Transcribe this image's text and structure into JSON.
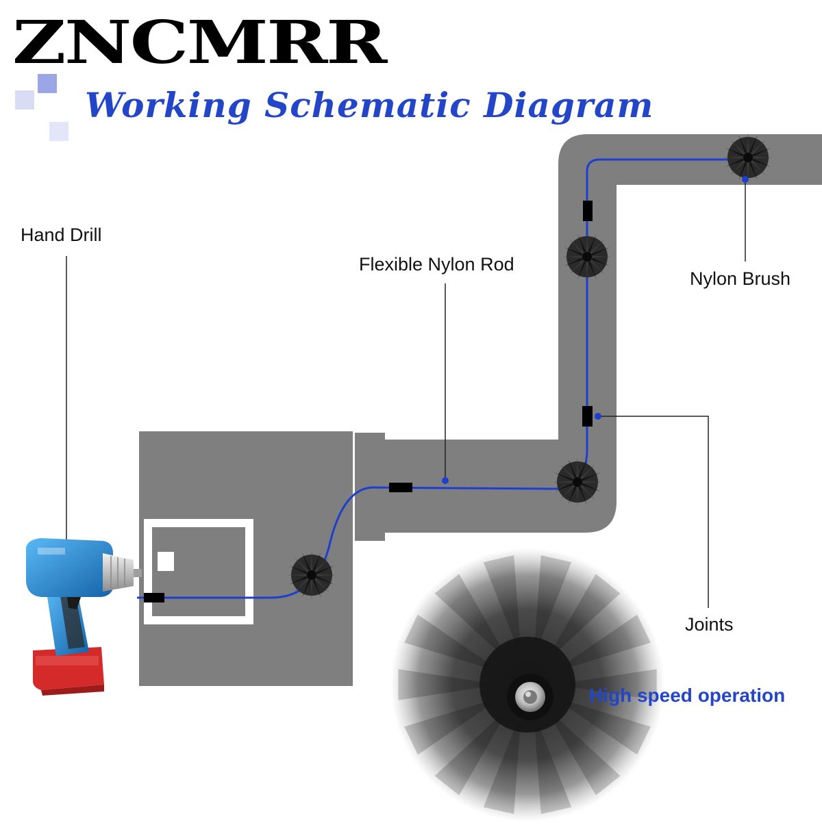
{
  "brand": {
    "logo_text": "ZNCMRR"
  },
  "title": "Working Schematic Diagram",
  "labels": {
    "hand_drill": "Hand Drill",
    "rod": "Flexible Nylon Rod",
    "brush": "Nylon Brush",
    "joints": "Joints",
    "high_speed": "High speed operation"
  },
  "colors": {
    "title": "#2346c8",
    "duct": "#7f7f7f",
    "rod": "#1d3fcf",
    "joint": "#000000",
    "brush": "#1a1a1a",
    "drill_body": "#1e8ad6",
    "drill_battery": "#d42a2a"
  },
  "icons": [
    "hand-drill-icon",
    "nylon-brush-icon",
    "joint-icon",
    "spinning-brush-icon"
  ]
}
